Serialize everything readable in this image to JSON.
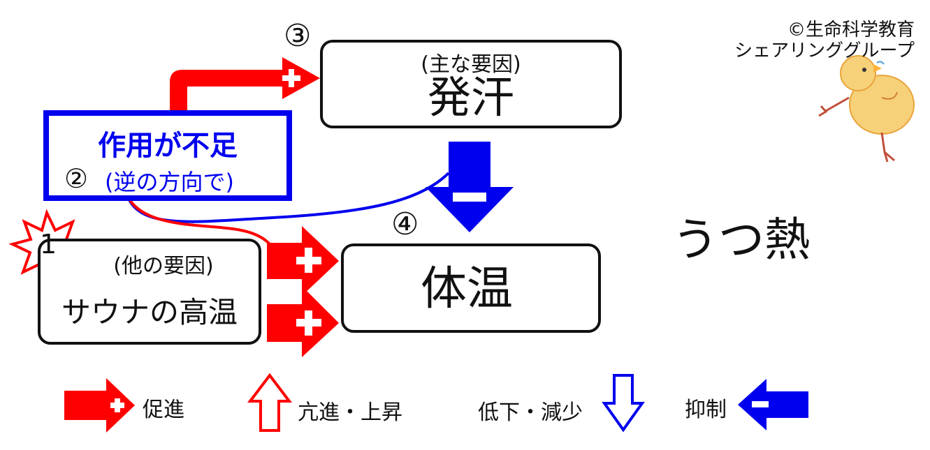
{
  "copyright": {
    "line1": "©生命科学教育",
    "line2": "シェアリンググループ"
  },
  "title": "うつ熱",
  "insufficient_box": {
    "title": "作用が不足",
    "number": "②",
    "subtitle": "(逆の方向で)"
  },
  "sweat_box": {
    "number": "③",
    "subtitle": "(主な要因)",
    "label": "発汗"
  },
  "body_temp_box": {
    "number": "④",
    "label": "体温"
  },
  "sauna_box": {
    "number": "1",
    "subtitle": "(他の要因)",
    "label": "サウナの高温"
  },
  "legend": {
    "promote": "促進",
    "increase": "亢進・上昇",
    "decrease": "低下・減少",
    "inhibit": "抑制"
  },
  "colors": {
    "red": "#ff0000",
    "blue": "#0000ee",
    "text": "#111111",
    "chick": "#f2b64a"
  }
}
